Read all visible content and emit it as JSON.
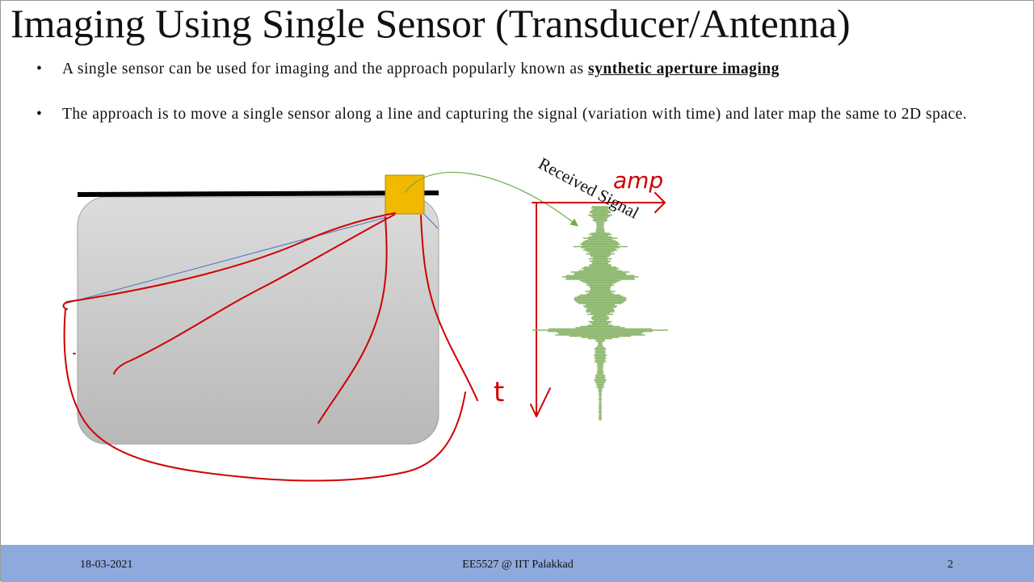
{
  "slide": {
    "title": "Imaging Using Single Sensor (Transducer/Antenna)",
    "bullets": [
      {
        "lead": "A single sensor can be used for imaging and the approach popularly known as ",
        "term": "synthetic aperture imaging"
      },
      {
        "text": "The approach is to move a single sensor along a line and capturing the signal (variation with time) and later map the same to 2D space."
      }
    ]
  },
  "diagram": {
    "signal_label": "Received Signal",
    "annotation_amp": "amp",
    "annotation_t": "t",
    "colors": {
      "region": "#c8c8c8",
      "sensor": "#f2b900",
      "ink": "#d00000",
      "signal": "#8ab66a",
      "arrow": "#70ad47"
    }
  },
  "footer": {
    "date": "18-03-2021",
    "center": "EE5527 @ IIT Palakkad",
    "page": "2"
  }
}
